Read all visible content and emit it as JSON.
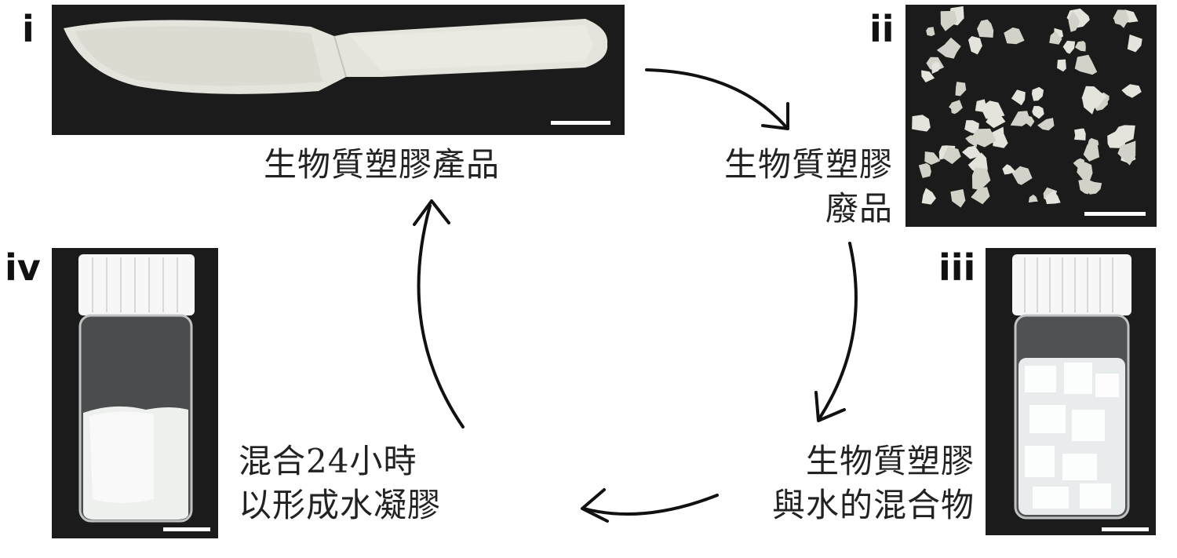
{
  "panels": {
    "i": {
      "label": "i",
      "caption": "生物質塑膠產品"
    },
    "ii": {
      "label": "ii",
      "caption": "生物質塑膠\n廢品"
    },
    "iii": {
      "label": "iii",
      "caption": "生物質塑膠\n與水的混合物"
    },
    "iv": {
      "label": "iv",
      "caption": "混合24小時\n以形成水凝膠"
    }
  },
  "colors": {
    "photo_background": "#1b1b1b",
    "plastic": "#e4e4dc",
    "arrow": "#111111",
    "scale_bar": "#ffffff"
  },
  "icons": [
    "knife-photo",
    "fragments-photo",
    "vial-chunks-photo",
    "vial-hydrogel-photo",
    "cycle-arrow"
  ]
}
